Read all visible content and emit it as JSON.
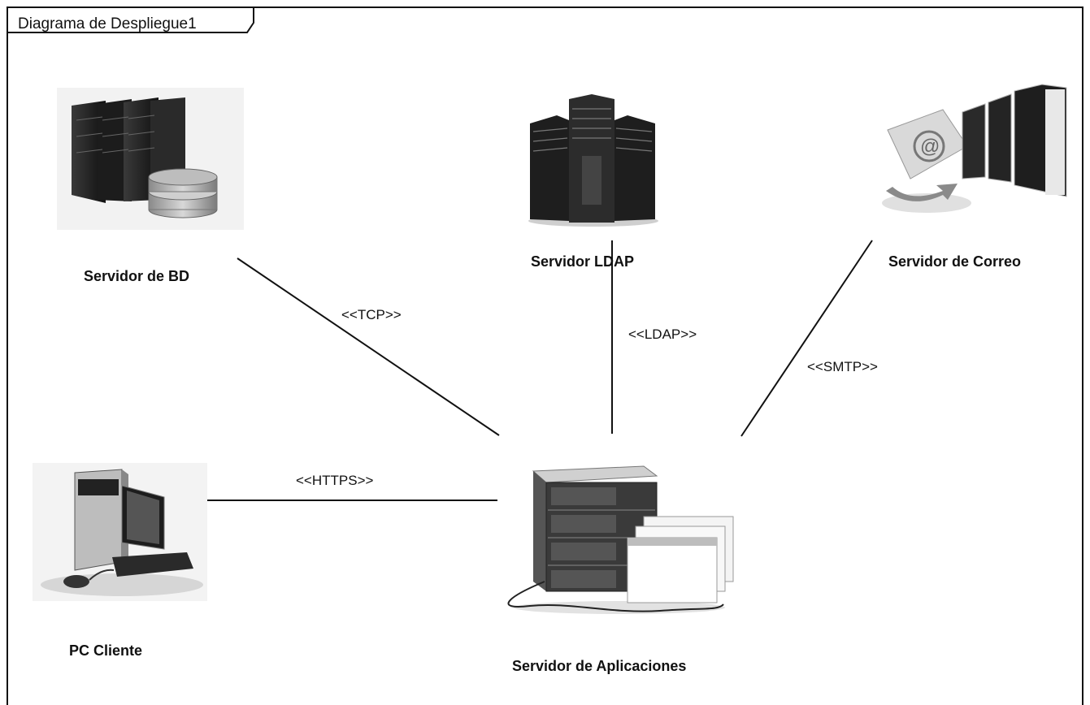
{
  "frame": {
    "title": "Diagrama de Despliegue1"
  },
  "nodes": {
    "db": {
      "label": "Servidor de BD",
      "icon": "database-server-icon"
    },
    "ldap": {
      "label": "Servidor LDAP",
      "icon": "server-tower-icon"
    },
    "mail": {
      "label": "Servidor de Correo",
      "icon": "mail-server-icon"
    },
    "client": {
      "label": "PC Cliente",
      "icon": "desktop-computer-icon"
    },
    "app": {
      "label": "Servidor de Aplicaciones",
      "icon": "application-server-icon"
    }
  },
  "connections": {
    "tcp": "<<TCP>>",
    "ldap": "<<LDAP>>",
    "smtp": "<<SMTP>>",
    "https": "<<HTTPS>>"
  }
}
